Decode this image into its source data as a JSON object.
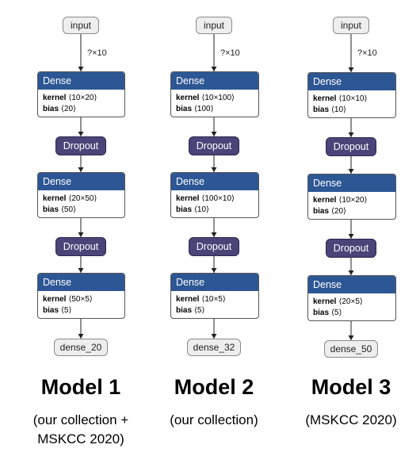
{
  "models": [
    {
      "input_label": "input",
      "input_shape": "?×10",
      "layers": [
        {
          "type": "Dense",
          "kernel_label": "kernel",
          "kernel": "⟨10×20⟩",
          "bias_label": "bias",
          "bias": "⟨20⟩"
        },
        {
          "type": "Dropout"
        },
        {
          "type": "Dense",
          "kernel_label": "kernel",
          "kernel": "⟨20×50⟩",
          "bias_label": "bias",
          "bias": "⟨50⟩"
        },
        {
          "type": "Dropout"
        },
        {
          "type": "Dense",
          "kernel_label": "kernel",
          "kernel": "⟨50×5⟩",
          "bias_label": "bias",
          "bias": "⟨5⟩"
        }
      ],
      "output_label": "dense_20",
      "title": "Model 1",
      "subtitle_line1": "(our collection +",
      "subtitle_line2": "MSKCC 2020)"
    },
    {
      "input_label": "input",
      "input_shape": "?×10",
      "layers": [
        {
          "type": "Dense",
          "kernel_label": "kernel",
          "kernel": "⟨10×100⟩",
          "bias_label": "bias",
          "bias": "⟨100⟩"
        },
        {
          "type": "Dropout"
        },
        {
          "type": "Dense",
          "kernel_label": "kernel",
          "kernel": "⟨100×10⟩",
          "bias_label": "bias",
          "bias": "⟨10⟩"
        },
        {
          "type": "Dropout"
        },
        {
          "type": "Dense",
          "kernel_label": "kernel",
          "kernel": "⟨10×5⟩",
          "bias_label": "bias",
          "bias": "⟨5⟩"
        }
      ],
      "output_label": "dense_32",
      "title": "Model 2",
      "subtitle_line1": "(our collection)",
      "subtitle_line2": ""
    },
    {
      "input_label": "input",
      "input_shape": "?×10",
      "layers": [
        {
          "type": "Dense",
          "kernel_label": "kernel",
          "kernel": "⟨10×10⟩",
          "bias_label": "bias",
          "bias": "⟨10⟩"
        },
        {
          "type": "Dropout"
        },
        {
          "type": "Dense",
          "kernel_label": "kernel",
          "kernel": "⟨10×20⟩",
          "bias_label": "bias",
          "bias": "⟨20⟩"
        },
        {
          "type": "Dropout"
        },
        {
          "type": "Dense",
          "kernel_label": "kernel",
          "kernel": "⟨20×5⟩",
          "bias_label": "bias",
          "bias": "⟨5⟩"
        }
      ],
      "output_label": "dense_50",
      "title": "Model 3",
      "subtitle_line1": "(MSKCC 2020)",
      "subtitle_line2": ""
    }
  ],
  "colors": {
    "dense_header": "#2d5794",
    "dropout": "#4a4478",
    "pill": "#eeeeee"
  }
}
